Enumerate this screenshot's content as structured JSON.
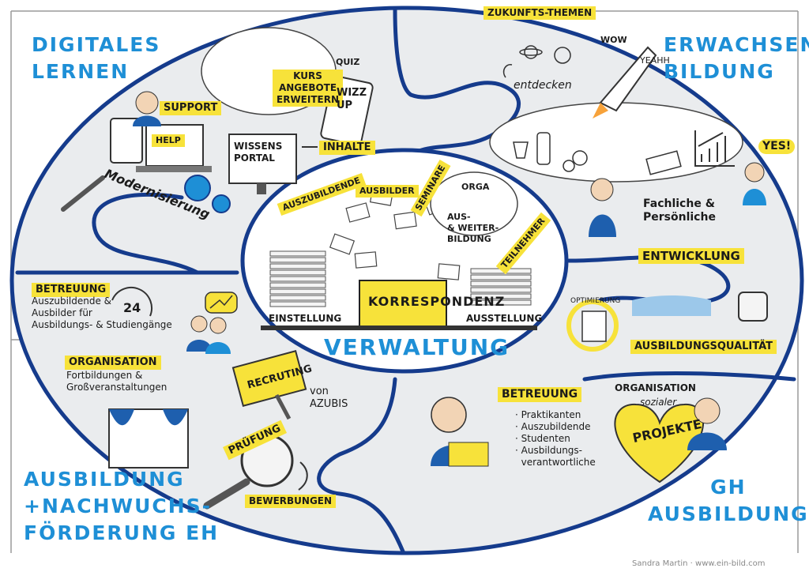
{
  "sections": {
    "digitales_lernen": "DIGITALES\nLERNEN",
    "erwachsenenbildung": "ERWACHSENEN-\nBILDUNG",
    "ausbildung_eh": "AUSBILDUNG\n+NACHWUCHS-\nFÖRDERUNG EH",
    "gh_ausbildung": "GH\nAUSBILDUNG"
  },
  "center": {
    "title": "VERWALTUNG"
  },
  "labels": {
    "zukunftsthemen": "ZUKUNFTS-THEMEN",
    "wow": "WOW",
    "yeahh": "YEAHH",
    "entdecken": "entdecken",
    "support": "SUPPORT",
    "help": "HELP",
    "kursangebote": "KURS\nANGEBOTE\nERWEITERN",
    "quiz": "QUIZ",
    "wizzup": "WIZZ\nUP",
    "wissensportal": "WISSENS\nPORTAL",
    "inhalte": "INHALTE",
    "modernisierung": "Modernisierung",
    "auszubildende": "AUSZUBILDENDE",
    "ausbilder": "AUSBILDER",
    "seminare": "SEMINARE",
    "orga": "ORGA",
    "aus_weiterbildung": "AUS-\n& WEITER-\nBILDUNG",
    "teilnehmer": "TEILNEHMER",
    "korrespondenz": "KORRESPONDENZ",
    "einstellung": "EINSTELLUNG",
    "ausstellung": "AUSSTELLUNG",
    "fachliche_persoenliche": "Fachliche &\nPersönliche",
    "entwicklung": "ENTWICKLUNG",
    "yes": "YES!",
    "optimierung": "OPTIMIERUNG",
    "ausbildungsqualitaet": "AUSBILDUNGSQUALITÄT",
    "betreuung_left": "BETREUUNG",
    "betreuung_left_text": "Auszubildende &\nAusbilder für\nAusbildungs- & Studiengänge",
    "twenty_four": "24",
    "organisation_left": "ORGANISATION",
    "organisation_left_text": "Fortbildungen &\nGroßveranstaltungen",
    "recruting": "RECRUTING",
    "von_azubis": "von\nAZUBIS",
    "pruefung": "PRÜFUNG",
    "bewerbungen": "BEWERBUNGEN",
    "betreuung_right": "BETREUUNG",
    "betreuung_right_list": "· Praktikanten\n· Auszubildende\n· Studenten\n· Ausbildungs-\n  verantwortliche",
    "organisation_right": "ORGANISATION",
    "sozialer": "sozialer",
    "projekte": "PROJEKTE"
  },
  "credit": "Sandra Martin · www.ein-bild.com",
  "colors": {
    "accent_blue": "#1e8fd6",
    "dark_blue": "#153b8c",
    "highlight_yellow": "#f7e23a",
    "oval_fill": "#eaecee"
  }
}
